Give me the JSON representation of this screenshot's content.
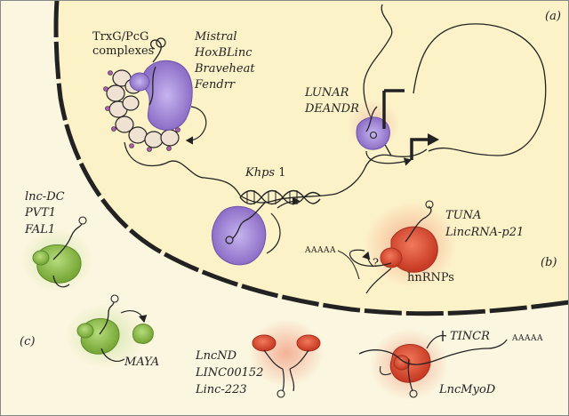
{
  "panels": {
    "a": "(a)",
    "b": "(b)",
    "c": "(c)"
  },
  "nucleus": {
    "trxg_line1": "TrxG/PcG",
    "trxg_line2": "complexes",
    "chromatin_lncrnas": [
      "Mistral",
      "HoxBLinc",
      "Braveheat",
      "Fendrr"
    ],
    "enhancer_lncrnas": [
      "LUNAR",
      "DEANDR"
    ],
    "khps": {
      "name": "Khps",
      "suffix": " 1"
    },
    "hnrnp_lncrnas": [
      "TUNA",
      "LincRNA-p21"
    ],
    "hnrnp_label": "hnRNPs",
    "polya": "AAAAA",
    "question": "?"
  },
  "cytoplasm": {
    "left_lncrnas": [
      "lnc-DC",
      "PVT1",
      "FAL1"
    ],
    "maya": "MAYA",
    "lncnd_group": [
      "LncND",
      "LINC00152",
      "Linc-223"
    ],
    "tincr": "TINCR",
    "lncmyod": "LncMyoD",
    "polya": "AAAAA"
  },
  "colors": {
    "background": "#fbf6df",
    "nucleus": "#fcf2c8",
    "purple": "#9b7fd1",
    "red": "#e4553a",
    "green": "#8dbd45",
    "chromatin_bead": "#efe2d2"
  }
}
